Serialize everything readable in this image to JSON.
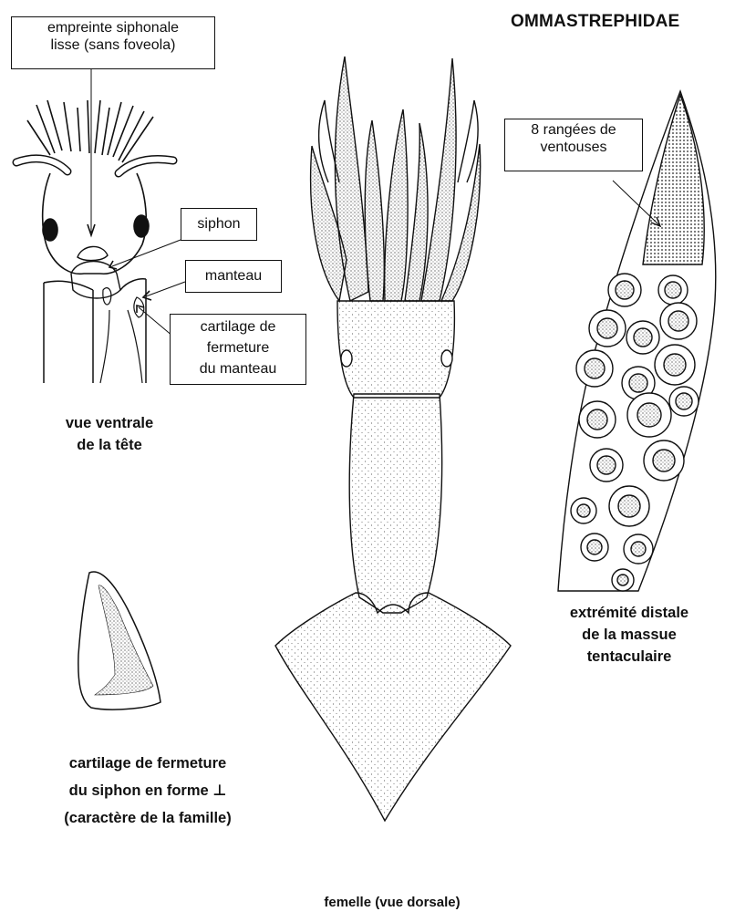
{
  "title": "OMMASTREPHIDAE",
  "labels": {
    "empreinte": [
      "empreinte siphonale",
      "lisse (sans foveola)"
    ],
    "siphon": "siphon",
    "manteau": "manteau",
    "cartilage_manteau": [
      "cartilage de",
      "fermeture",
      "du manteau"
    ],
    "rangees": [
      "8 rangées de",
      "ventouses"
    ]
  },
  "captions": {
    "head_view": [
      "vue ventrale",
      "de la tête"
    ],
    "siphon_cartilage": [
      "cartilage de fermeture",
      "du siphon en forme ⊥",
      "(caractère de la famille)"
    ],
    "club_tip": [
      "extrémité distale",
      "de la massue",
      "tentaculaire"
    ],
    "female": "femelle (vue dorsale)"
  }
}
